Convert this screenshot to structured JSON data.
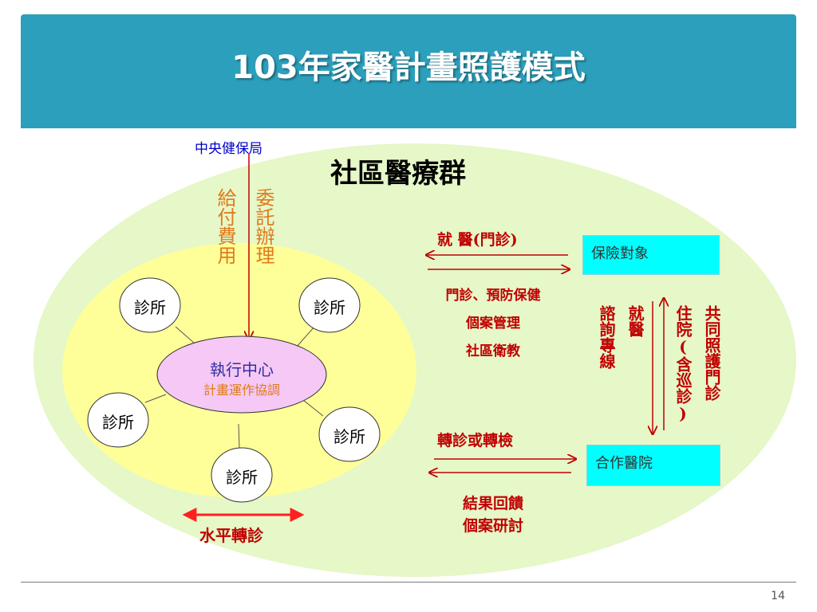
{
  "header": {
    "title": "103年家醫計畫照護模式"
  },
  "diagram": {
    "agency": "中央健保局",
    "community_group": "社區醫療群",
    "funding_label": "給付費用",
    "delegate_label": "委託辦理",
    "exec_center": "執行中心",
    "exec_center_sub": "計畫運作協調",
    "clinics": [
      "診所",
      "診所",
      "診所",
      "診所",
      "診所"
    ],
    "horizontal_referral": "水平轉診",
    "visit_label": "就 醫(門診)",
    "services": [
      "門診、預防保健",
      "個案管理",
      "社區衛教"
    ],
    "insured": "保險對象",
    "consult_line": "諮詢專線",
    "seek_care": "就醫",
    "inpatient": "住院(含巡診)",
    "joint_care": "共同照護門診",
    "referral": "轉診或轉檢",
    "feedback": [
      "結果回饋",
      "個案研討"
    ],
    "partner_hospital": "合作醫院",
    "colors": {
      "header": "#2b9fbb",
      "outer_ellipse": "#e6f7c8",
      "inner_ellipse": "#ffff99",
      "exec_center": "#f5c8f5",
      "box": "#00ffff",
      "red": "#c00000",
      "orange": "#e07a1a",
      "blue": "#0000cc"
    }
  },
  "footer": {
    "page": "14"
  }
}
